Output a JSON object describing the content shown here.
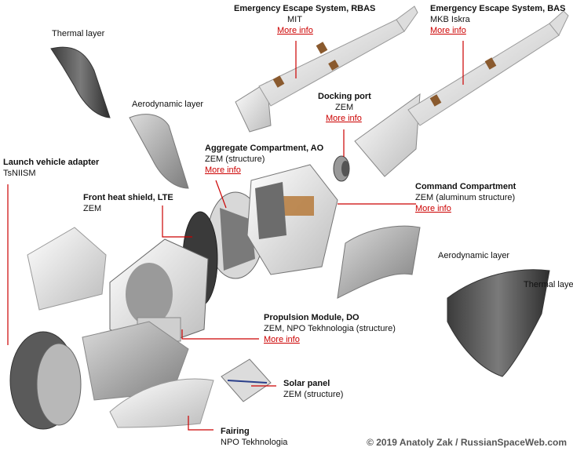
{
  "labels": {
    "rbas": {
      "title": "Emergency Escape System, RBAS",
      "sub": "MIT",
      "link": "More info"
    },
    "bas": {
      "title": "Emergency Escape System, BAS",
      "sub": "MKB Iskra",
      "link": "More info"
    },
    "docking": {
      "title": "Docking port",
      "sub": "ZEM",
      "link": "More info"
    },
    "aggregate": {
      "title": "Aggregate Compartment, AO",
      "sub": "ZEM (structure)",
      "link": "More info"
    },
    "command": {
      "title": "Command Compartment",
      "sub": "ZEM (aluminum structure)",
      "link": "More info"
    },
    "adapter": {
      "title": "Launch vehicle adapter",
      "sub": "TsNIISM"
    },
    "heatshield": {
      "title": "Front heat shield, LTE",
      "sub": "ZEM"
    },
    "propulsion": {
      "title": "Propulsion Module, DO",
      "sub": "ZEM, NPO Tekhnologia (structure)",
      "link": "More info"
    },
    "solar": {
      "title": "Solar panel",
      "sub": "ZEM (structure)"
    },
    "fairing": {
      "title": "Fairing",
      "sub": "NPO Tekhnologia"
    },
    "thermal_left": "Thermal layer",
    "aero_left": "Aerodynamic layer",
    "aero_right": "Aerodynamic layer",
    "thermal_right": "Thermal layer"
  },
  "watermark": "© 2019 Anatoly Zak / RussianSpaceWeb.com",
  "colors": {
    "link": "#cc0000",
    "text": "#111111",
    "metal": "#5f5f5f",
    "white_part": "#eeeeee"
  }
}
